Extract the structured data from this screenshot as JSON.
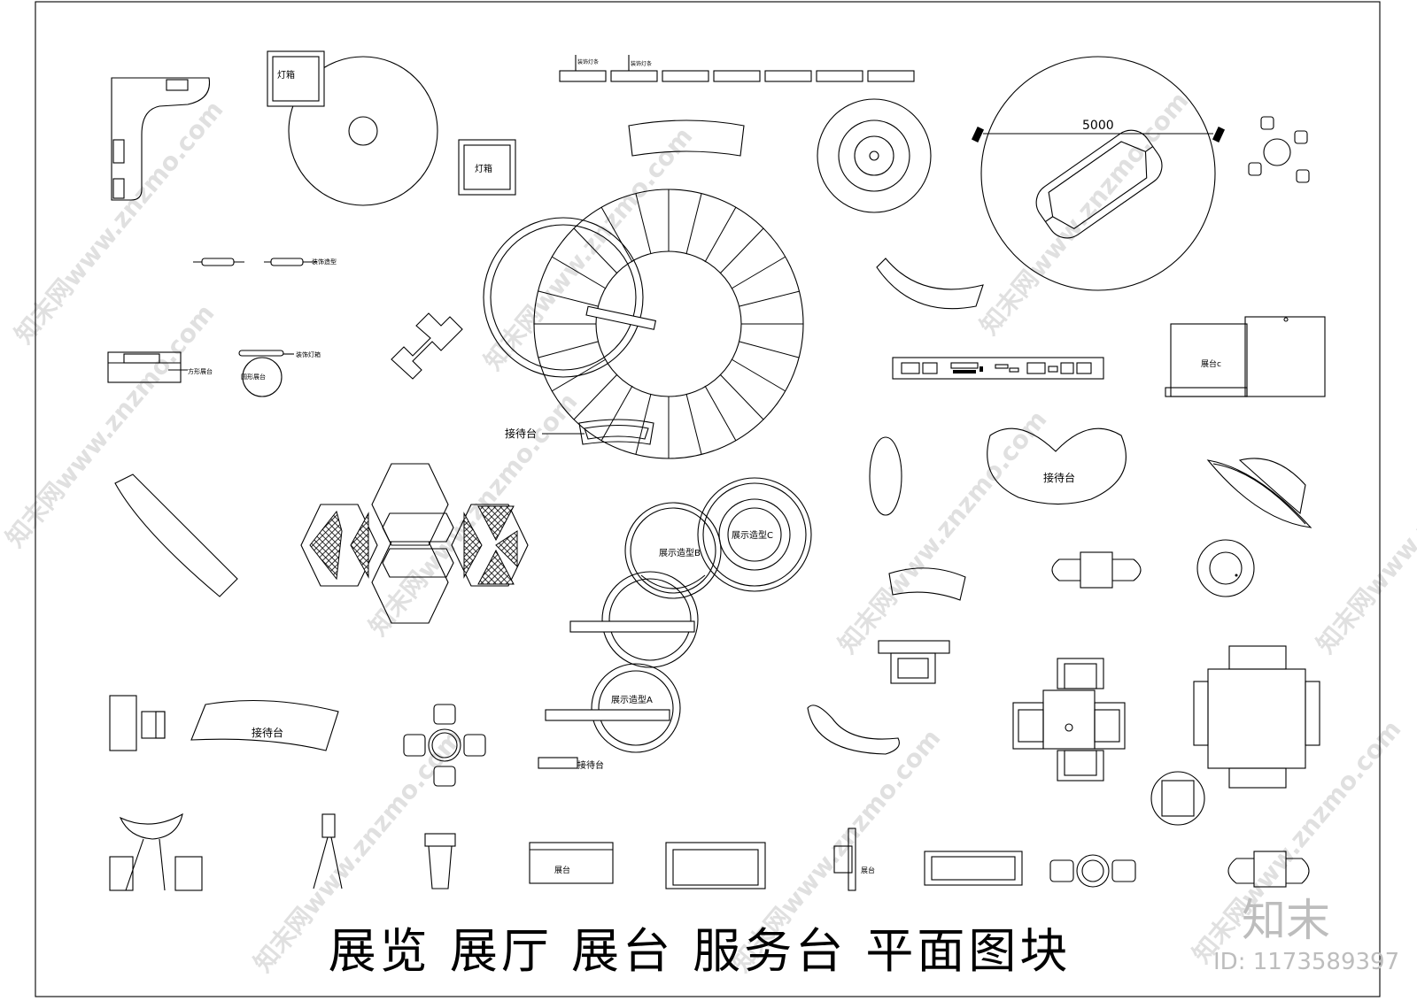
{
  "title": "展览 展厅 展台 服务台 平面图块",
  "brand": {
    "name": "知末",
    "id_text": "ID: 1173589397"
  },
  "watermark": "知末网www.znzmo.com",
  "labels": {
    "lamp_box": "灯箱",
    "decor_pole": "装饰造型",
    "square_stand": "方形展台",
    "decor_lamp": "装饰灯箱",
    "round_stand": "圆形展台",
    "reception": "接待台",
    "display_a": "展示造型A",
    "display_b": "展示造型B",
    "display_c": "展示造型C",
    "stand_c": "展台c",
    "stand": "展台",
    "dimension_5000": "5000",
    "strip_left": "装饰灯条",
    "strip_right": "装饰灯条"
  }
}
